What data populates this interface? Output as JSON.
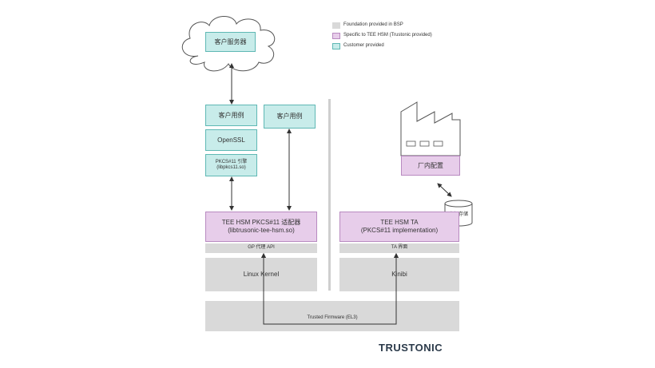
{
  "legend": [
    {
      "label": "Foundation provided in BSP",
      "color": "#d9d9d9"
    },
    {
      "label": "Specific to TEE HSM (Trustonic provided)",
      "color": "#e7cdea"
    },
    {
      "label": "Customer provided",
      "color": "#c8ecea"
    }
  ],
  "client_server": "客户服务器",
  "client_app_left": "客户用例",
  "openssl": "OpenSSL",
  "pkcs_engine": {
    "line1": "PKCS#11 引擎",
    "line2": "(libpkcs11.so)"
  },
  "client_app_right": "客户用例",
  "adapter": {
    "line1": "TEE HSM PKCS#11 适配器",
    "line2": "(libtrusonic-tee-hsm.so)"
  },
  "gp_proxy": "GP 代理 API",
  "linux_kernel": "Linux Kernel",
  "ta": {
    "line1": "TEE HSM TA",
    "line2": "(PKCS#11 implementation)"
  },
  "ta_interface": "TA 界面",
  "kinibi": "Kinibi",
  "factory_config": "厂内配置",
  "key_storage": "密钥存储",
  "trusted_firmware": "Trusted Firmware (EL3)",
  "brand": "TRUSTONIC"
}
